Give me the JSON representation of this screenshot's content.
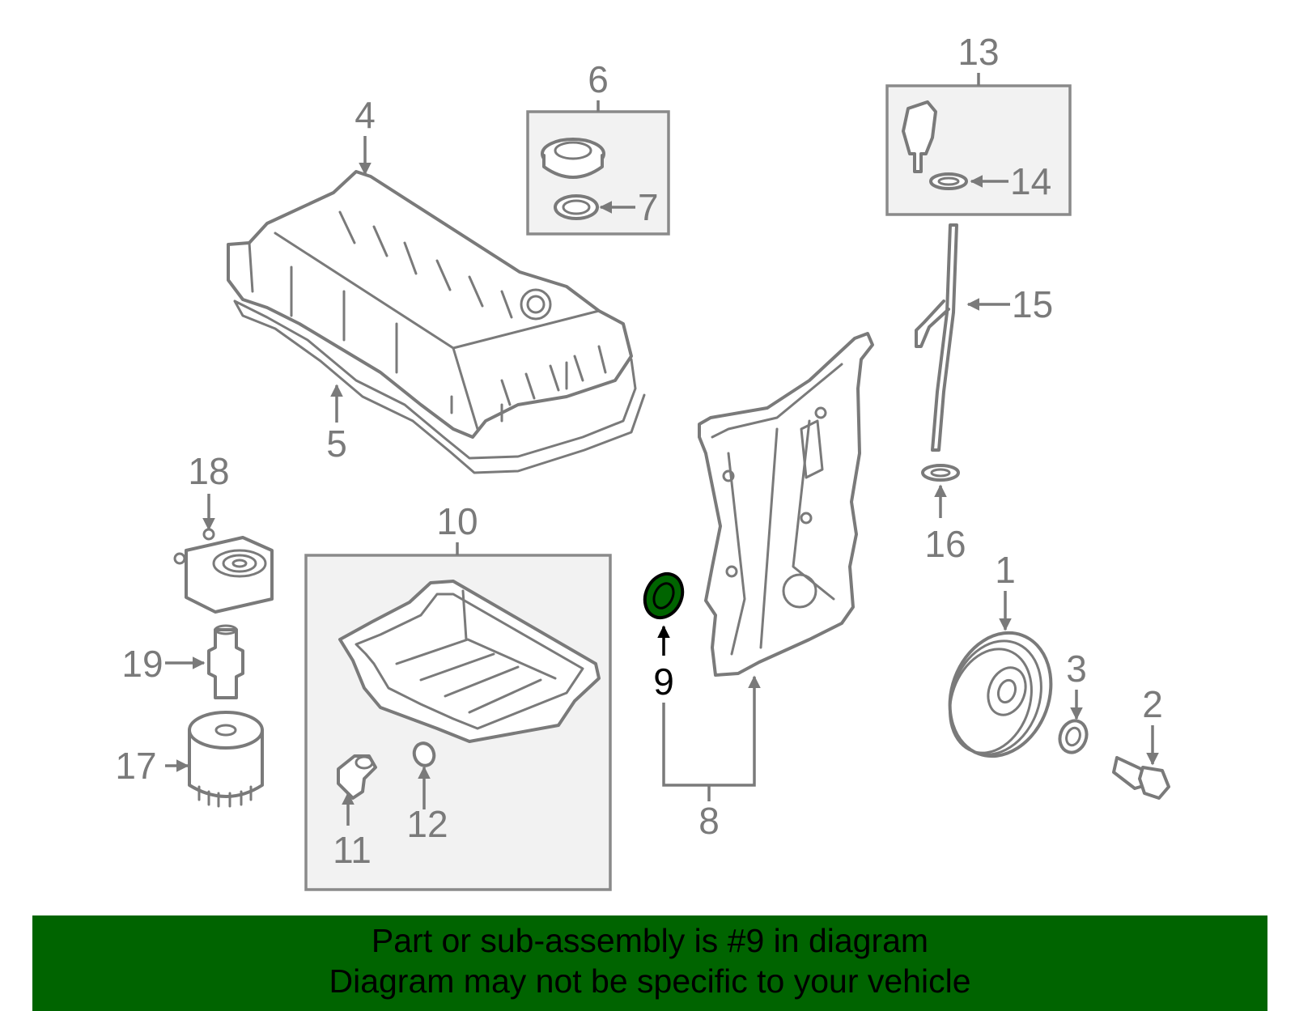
{
  "callouts": {
    "c1": "1",
    "c2": "2",
    "c3": "3",
    "c4": "4",
    "c5": "5",
    "c6": "6",
    "c7": "7",
    "c8": "8",
    "c9": "9",
    "c10": "10",
    "c11": "11",
    "c12": "12",
    "c13": "13",
    "c14": "14",
    "c15": "15",
    "c16": "16",
    "c17": "17",
    "c18": "18",
    "c19": "19"
  },
  "highlight": {
    "part_number": "9",
    "color": "#006400"
  },
  "banner": {
    "line1": "Part or sub-assembly is #9 in diagram",
    "line2": "Diagram may not be specific to your vehicle",
    "background": "#006400"
  },
  "colors": {
    "line_art": "#7a7a7a",
    "group_box_fill": "#f2f2f2"
  }
}
